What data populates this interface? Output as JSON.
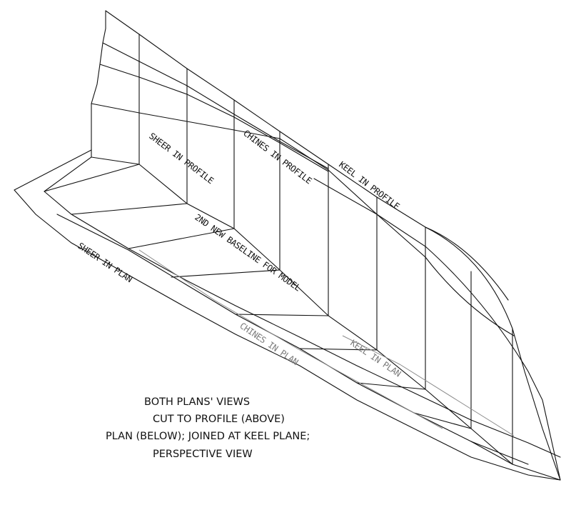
{
  "diagram": {
    "labels": {
      "sheer_in_profile": "SHEER IN PROFILE",
      "chines_in_profile": "CHINES IN PROFILE",
      "keel_in_profile": "KEEL IN PROFILE",
      "second_baseline": "2ND NEW BASELINE FOR MODEL",
      "sheer_in_plan": "SHEER IN PLAN",
      "chines_in_plan": "CHINES IN PLAN",
      "keel_in_plan": "KEEL IN PLAN"
    },
    "note_lines": [
      "BOTH  PLANS' VIEWS",
      "CUT TO PROFILE (ABOVE)",
      "PLAN (BELOW); JOINED AT KEEL PLANE;",
      "PERSPECTIVE VIEW"
    ]
  }
}
